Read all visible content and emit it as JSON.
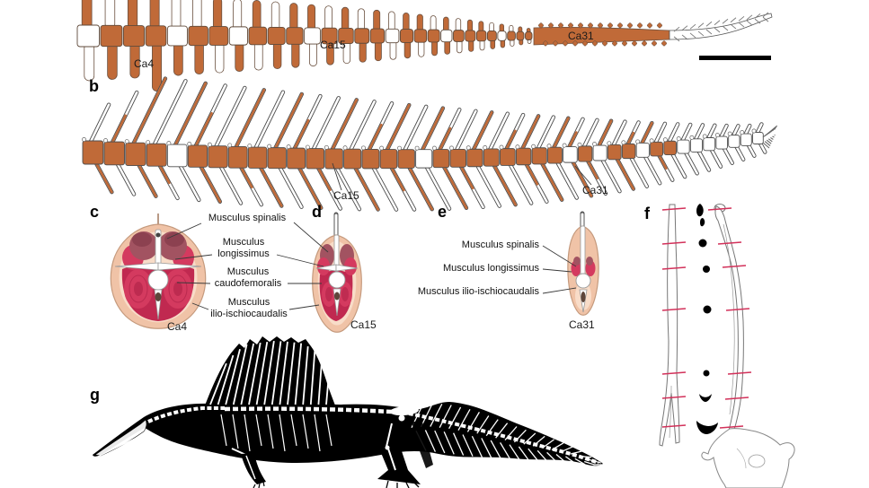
{
  "colors": {
    "preserved_bone_orange": "#c06a38",
    "bone_dark_outline": "#6b5140",
    "missing_bone_white": "#ffffff",
    "outline_gray": "#555555",
    "skin_peach": "#f0c3a7",
    "fascia_light": "#f8dcc8",
    "muscle_crimson": "#d43a5f",
    "muscle_deep": "#c02950",
    "muscle_dull_dark": "#a25361",
    "muscle_shadow": "#8c4150",
    "haemal_dark": "#5d463b",
    "section_tick_red": "#d2315a",
    "silhouette_black": "#000000"
  },
  "panel_a": {
    "labels": {
      "ca4": "Ca4",
      "ca15": "Ca15",
      "ca31": "Ca31"
    }
  },
  "panel_b": {
    "letter": "b",
    "labels": {
      "ca15": "Ca15",
      "ca31": "Ca31"
    }
  },
  "panel_c": {
    "letter": "c",
    "caption": "Ca4"
  },
  "panel_d": {
    "letter": "d",
    "caption": "Ca15"
  },
  "panel_e": {
    "letter": "e",
    "caption": "Ca31",
    "muscle_labels": [
      "Musculus spinalis",
      "Musculus longissimus",
      "Musculus ilio-ischiocaudalis"
    ]
  },
  "muscle_labels_cd": [
    "Musculus spinalis",
    "Musculus\nlongissimus",
    "Musculus\ncaudofemoralis",
    "Musculus\nilio-ischiocaudalis"
  ],
  "panel_f": {
    "letter": "f"
  },
  "panel_g": {
    "letter": "g"
  }
}
